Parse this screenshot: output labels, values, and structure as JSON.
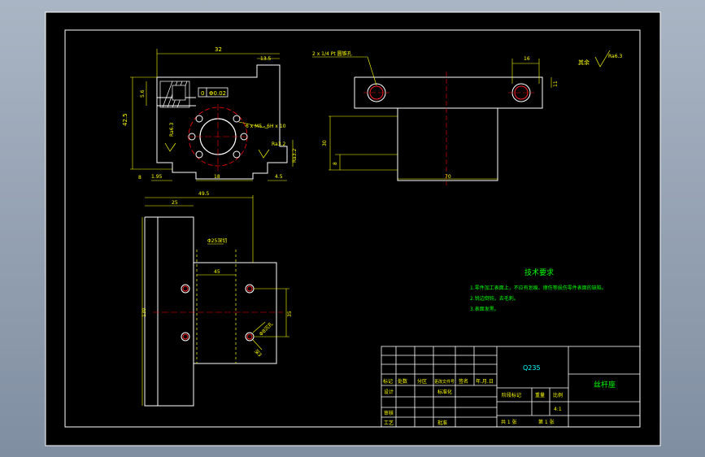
{
  "drawing": {
    "colors": {
      "background": "#000000",
      "frame": "#ffffff",
      "outline": "#ffffff",
      "dimension": "#ffff00",
      "centerline": "#ff0000",
      "hidden": "#ffff00",
      "hole": "#ff2020",
      "text_green": "#00ff00",
      "text_cyan": "#00ffff",
      "text_yellow": "#ffff00",
      "table_line": "#ffffff"
    },
    "front_view": {
      "dim_width": "32",
      "dim_flange": "13.5",
      "dim_height": "42.5",
      "dim_top": "5.6",
      "dim_left_bottom": "1.95",
      "dim_center": "18",
      "dim_right_bottom": "4.5",
      "dim_bottom_left": "8",
      "hole_callout": "6 x M5 - 6H x 10",
      "tolerance_frame": [
        "0",
        "Φ0.02"
      ],
      "roughness_left": "Ra6.3",
      "roughness_right": "Ra3.2",
      "roughness_bottom": "Ra3.2"
    },
    "top_view": {
      "callout": "2 x 1/4 Pt 圆锥孔",
      "dim_16": "16",
      "dim_11": "11",
      "dim_30": "30",
      "dim_8": "8",
      "dim_70": "70",
      "roughness_note": "其余",
      "roughness_value": "Ra6.3"
    },
    "side_view": {
      "dim_top": "49.5",
      "dim_left": "25",
      "dim_height": "130",
      "dim_mid": "45",
      "dim_right": "35",
      "label_bore": "Φ25深切",
      "label_hole": "Φ8沉孔",
      "label_deep": "深3"
    },
    "tech": {
      "title": "技术要求",
      "items": [
        "1.零件加工表面上，不应有划痕、擦伤等损伤零件表面的缺陷。",
        "2.锐边倒钝，去毛刺。",
        "3.表面发黑。"
      ]
    },
    "title_block": {
      "material": "Q235",
      "part_name": "丝杆座",
      "row_labels": [
        "标记",
        "处数",
        "分区",
        "更改文件号",
        "签名",
        "年.月.日"
      ],
      "design": "设计",
      "standardize": "标准化",
      "review": "审核",
      "process": "工艺",
      "approve": "批准",
      "stage_mark": "阶段标记",
      "weight": "重量",
      "scale": "比例",
      "scale_value": "4:1",
      "sheets_total": "共 1 张",
      "sheet_no": "第 1 张"
    }
  }
}
